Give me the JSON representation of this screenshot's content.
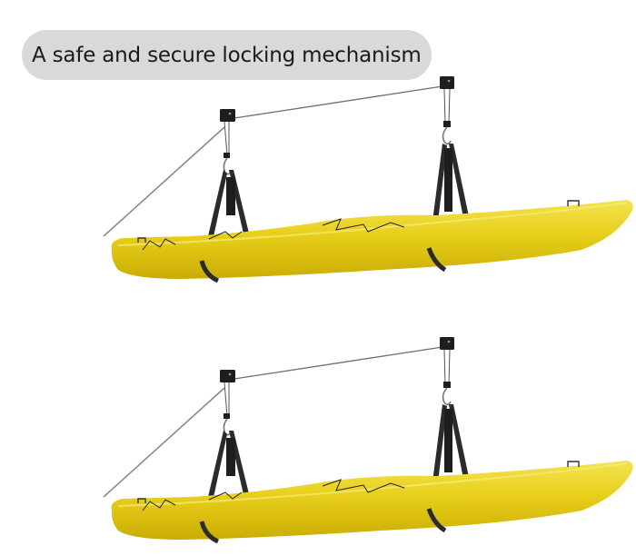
{
  "caption": {
    "text": "A safe and secure locking mechanism"
  },
  "illustrations": [
    {
      "subject": "yellow kayak suspended by ceiling hoist with two straps",
      "icon": "kayak-hoist-icon"
    },
    {
      "subject": "yellow kayak suspended by ceiling hoist with two straps",
      "icon": "kayak-hoist-icon"
    }
  ],
  "colors": {
    "pill_background": "#d9d9d9",
    "caption_text": "#1a1a1a",
    "kayak_yellow": "#e8cf1a",
    "kayak_shadow": "#c9ad05",
    "kayak_highlight": "#f3e251",
    "strap": "#2b2b2b",
    "rope": "#8a8a8a",
    "bracket": "#1e1e1e"
  }
}
